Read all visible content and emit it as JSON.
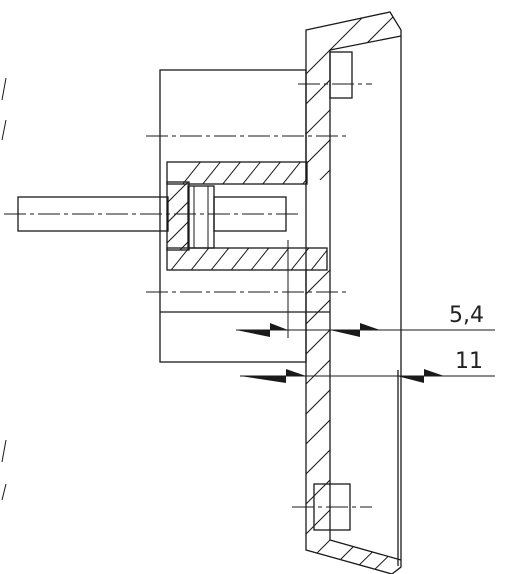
{
  "drawing": {
    "dimensions": [
      {
        "id": "dim-1",
        "value": "5,4"
      },
      {
        "id": "dim-2",
        "value": "11"
      }
    ]
  }
}
